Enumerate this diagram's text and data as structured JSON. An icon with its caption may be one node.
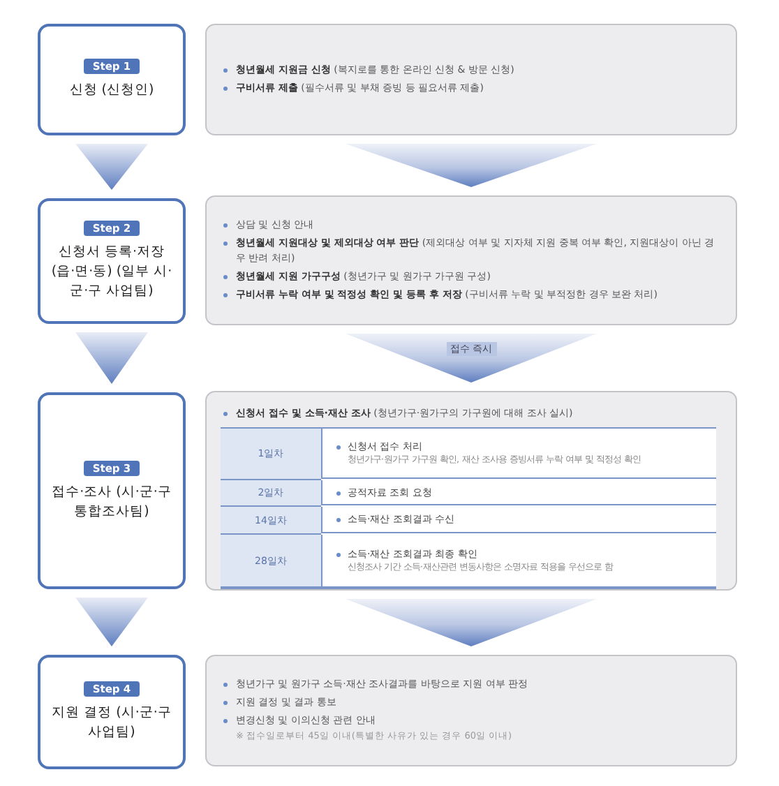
{
  "diagram": {
    "nodes": [
      {
        "text": [
          "Step 1",
          "신청 (신청인)"
        ]
      },
      {
        "text": [
          "**청년월세 지원금 신청** (복지로를 통한 온라인 신청 & 방문 신청)",
          "**구비서류 제출** (필수서류 및 부채 증빙 등 필요서류 제출)"
        ]
      },
      {
        "text": [
          "Step 2",
          "신청서 등록·저장 (읍·면·동) (일부 시·군·구 사업팀)"
        ]
      },
      {
        "text": [
          "상담 및 신청 안내",
          "**청년월세 지원대상 및 제외대상 여부 판단** (제외대상 여부 및 지자체 지원 중복 여부 확인, 지원대상이 아닌 경우 반려 처리)",
          "**청년월세 지원 가구구성** (청년가구 및 원가구 가구원 구성)",
          "**구비서류 누락 여부 및 적정성 확인 및 등록 후 저장** (구비서류 누락 및 부적정한 경우 보완 처리)"
        ]
      },
      {
        "text": [
          "Step 3",
          "접수·조사 (시·군·구 통합조사팀)"
        ]
      },
      {
        "text": [
          "**신청서 접수 및 소득·재산 조사** (청년가구·원가구의 가구원에 대해 조사 실시)"
        ]
      },
      {
        "text": [
          "Step 4",
          "지원 결정 (시·군·구 사업팀)"
        ]
      },
      {
        "text": [
          "청년가구 및 원가구 소득·재산 조사결과를 바탕으로 지원 여부 판정",
          "지원 결정 및 결과 통보",
          "변경신청 및 이의신청 관련 안내",
          "※ 접수일로부터 45일 이내(특별한 사유가 있는 경우 60일 이내)"
        ]
      }
    ],
    "edges": [
      {
        "from": 0,
        "to": 2,
        "arrow": "to"
      },
      {
        "from": 1,
        "to": 3,
        "arrow": "to"
      },
      {
        "from": 2,
        "to": 4,
        "arrow": "to"
      },
      {
        "from": 3,
        "to": 5,
        "arrow": "to",
        "label": "접수 즉시"
      },
      {
        "from": 4,
        "to": 6,
        "arrow": "to"
      },
      {
        "from": 5,
        "to": 7,
        "arrow": "to"
      }
    ],
    "labels": [
      "1일차",
      "신청서 접수 처리",
      "청년가구·원가구 가구원 확인, 재산 조사용 증빙서류 누락 여부 및 적정성 확인",
      "2일차",
      "공적자료 조회 요청",
      "14일차",
      "소득·재산 조회결과 수신",
      "28일차",
      "소득·재산 조회결과 최종 확인",
      "신청조사 기간 소득·재산관련 변동사항은 소명자료 적용을 우선으로 함"
    ]
  }
}
